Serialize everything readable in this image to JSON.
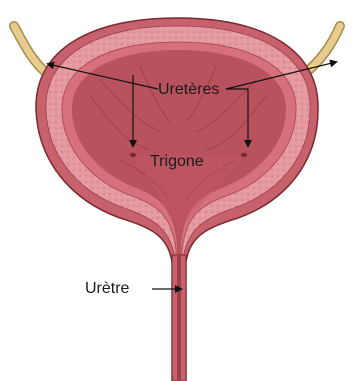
{
  "labels": {
    "ureteres": "Uretères",
    "trigone": "Trigone",
    "uretre": "Urètre"
  },
  "colors": {
    "outer_wall": "#c7616c",
    "wall_outline": "#7a2a33",
    "muscle_layer": "#e49aa0",
    "mucosa": "#d6707a",
    "lumen": "#b8525c",
    "ureter_tube": "#e8cc8e",
    "ureter_outline": "#a88a48",
    "arrow": "#111111"
  }
}
